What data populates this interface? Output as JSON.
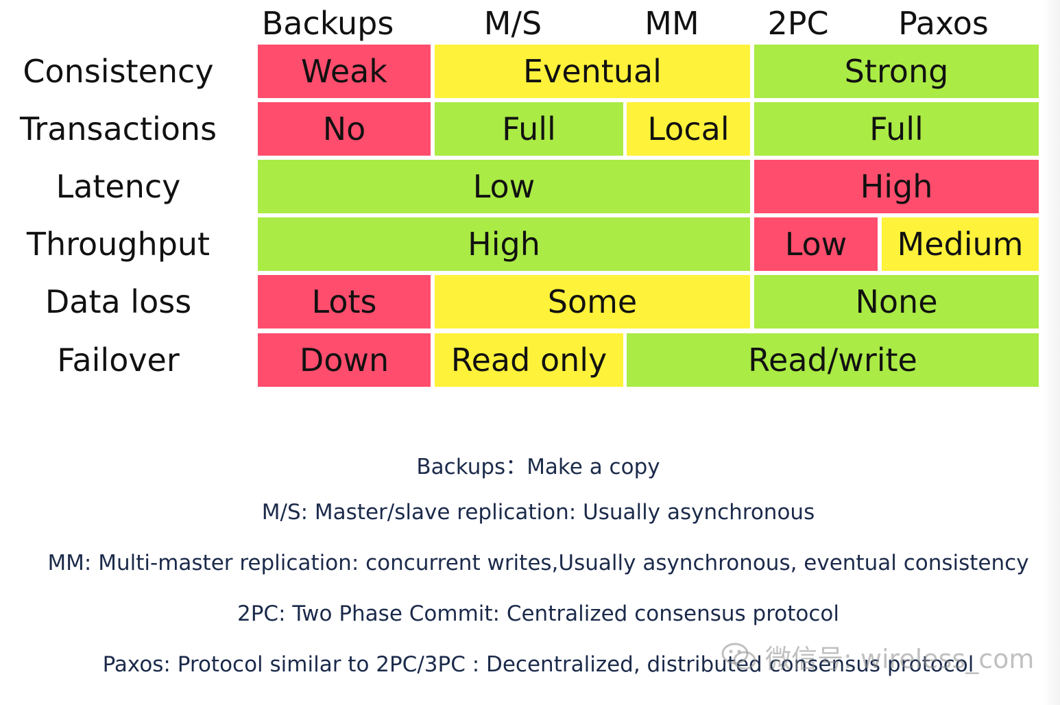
{
  "columns": [
    "Backups",
    "M/S",
    "MM",
    "2PC",
    "Paxos"
  ],
  "rows": [
    {
      "label": "Consistency",
      "cells": [
        {
          "text": "Weak",
          "status": "red"
        },
        {
          "text": "Eventual",
          "status": "yellow"
        },
        {
          "text": "Strong",
          "status": "green"
        }
      ]
    },
    {
      "label": "Transactions",
      "cells": [
        {
          "text": "No",
          "status": "red"
        },
        {
          "text": "Full",
          "status": "green"
        },
        {
          "text": "Local",
          "status": "yellow"
        },
        {
          "text": "Full",
          "status": "green"
        }
      ]
    },
    {
      "label": "Latency",
      "cells": [
        {
          "text": "Low",
          "status": "green"
        },
        {
          "text": "High",
          "status": "red"
        }
      ]
    },
    {
      "label": "Throughput",
      "cells": [
        {
          "text": "High",
          "status": "green"
        },
        {
          "text": "Low",
          "status": "red"
        },
        {
          "text": "Medium",
          "status": "yellow"
        }
      ]
    },
    {
      "label": "Data loss",
      "cells": [
        {
          "text": "Lots",
          "status": "red"
        },
        {
          "text": "Some",
          "status": "yellow"
        },
        {
          "text": "None",
          "status": "green"
        }
      ]
    },
    {
      "label": "Failover",
      "cells": [
        {
          "text": "Down",
          "status": "red"
        },
        {
          "text": "Read only",
          "status": "yellow"
        },
        {
          "text": "Read/write",
          "status": "green"
        }
      ]
    }
  ],
  "colors": {
    "red": "#ff4d6d",
    "yellow": "#fff23a",
    "green": "#aaeb45"
  },
  "legend": [
    "Backups：Make a copy",
    "M/S: Master/slave replication: Usually asynchronous",
    "MM: Multi-master replication: concurrent writes,Usually asynchronous, eventual consistency",
    "2PC: Two Phase Commit: Centralized consensus protocol",
    "Paxos: Protocol similar to 2PC/3PC : Decentralized, distributed consensus protocol"
  ],
  "watermark": {
    "text": "微信号: wireless_com",
    "icon": "wechat-icon"
  }
}
